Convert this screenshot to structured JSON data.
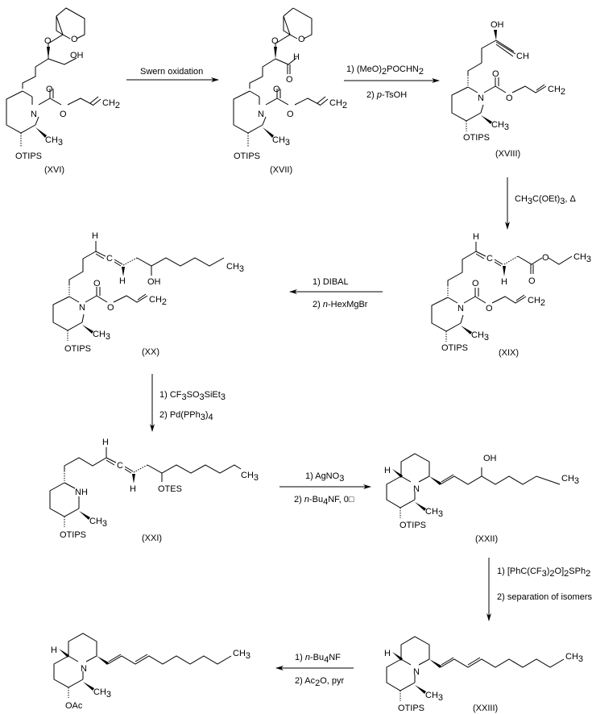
{
  "title": "Synthesis scheme XVI to final acetate",
  "compounds": [
    {
      "id": "XVI",
      "label": "(XVI)",
      "groups": [
        "OH",
        "O",
        "O",
        "N",
        "O",
        "O",
        "CH2",
        "CH3",
        "OTIPS"
      ]
    },
    {
      "id": "XVII",
      "label": "(XVII)",
      "groups": [
        "H",
        "O",
        "O",
        "O",
        "N",
        "O",
        "O",
        "CH2",
        "CH3",
        "OTIPS"
      ]
    },
    {
      "id": "XVIII",
      "label": "(XVIII)",
      "groups": [
        "OH",
        "CH",
        "O",
        "N",
        "O",
        "CH2",
        "CH3",
        "OTIPS"
      ]
    },
    {
      "id": "XIX",
      "label": "(XIX)",
      "groups": [
        "H",
        "C",
        "H",
        "O",
        "CH3",
        "O",
        "O",
        "N",
        "O",
        "CH2",
        "CH3",
        "OTIPS"
      ]
    },
    {
      "id": "XX",
      "label": "(XX)",
      "groups": [
        "H",
        "C",
        "H",
        "OH",
        "CH3",
        "O",
        "N",
        "O",
        "CH2",
        "CH3",
        "OTIPS"
      ]
    },
    {
      "id": "XXI",
      "label": "(XXI)",
      "groups": [
        "H",
        "C",
        "H",
        "OTES",
        "CH3",
        "NH",
        "CH3",
        "OTIPS"
      ]
    },
    {
      "id": "XXII",
      "label": "(XXII)",
      "groups": [
        "H",
        "N",
        "OH",
        "CH3",
        "CH3",
        "OTIPS"
      ]
    },
    {
      "id": "XXIII",
      "label": "(XXIII)",
      "groups": [
        "H",
        "N",
        "CH3",
        "CH3",
        "OTIPS"
      ]
    },
    {
      "id": "final",
      "label": "",
      "groups": [
        "H",
        "N",
        "CH3",
        "CH3",
        "OAc"
      ]
    }
  ],
  "steps": [
    {
      "from": "XVI",
      "to": "XVII",
      "direction": "right",
      "conditions": [
        "Swern oxidation"
      ]
    },
    {
      "from": "XVII",
      "to": "XVIII",
      "direction": "right",
      "conditions": [
        "1) (MeO)2POCHN2",
        "2) p-TsOH"
      ]
    },
    {
      "from": "XVIII",
      "to": "XIX",
      "direction": "down",
      "conditions": [
        "CH3C(OEt)3, Δ"
      ]
    },
    {
      "from": "XIX",
      "to": "XX",
      "direction": "left",
      "conditions": [
        "1) DIBAL",
        "2) n-HexMgBr"
      ]
    },
    {
      "from": "XX",
      "to": "XXI",
      "direction": "down",
      "conditions": [
        "1) CF3SO3SiEt3",
        "2) Pd(PPh3)4"
      ]
    },
    {
      "from": "XXI",
      "to": "XXII",
      "direction": "right",
      "conditions": [
        "1) AgNO3",
        "2) n-Bu4NF, 0□"
      ]
    },
    {
      "from": "XXII",
      "to": "XXIII",
      "direction": "down",
      "conditions": [
        "1) [PhC(CF3)2O]2SPh2",
        "2) separation of isomers"
      ]
    },
    {
      "from": "XXIII",
      "to": "final",
      "direction": "left",
      "conditions": [
        "1) n-Bu4NF",
        "2) Ac2O, pyr"
      ]
    }
  ],
  "text": {
    "swern": "Swern oxidation",
    "s2a": "1) (MeO)",
    "s2a_sub": "2",
    "s2a_rest": "POCHN",
    "s2a_sub2": "2",
    "s2b_pre": "2) ",
    "s2b_it": "p",
    "s2b_rest": "-TsOH",
    "s3_pre": "CH",
    "s3_sub": "3",
    "s3_mid": "C(OEt)",
    "s3_sub2": "3",
    "s3_end": ", Δ",
    "s4a": "1) DIBAL",
    "s4b_pre": "2) ",
    "s4b_it": "n",
    "s4b_rest": "-HexMgBr",
    "s5a_pre": "1) CF",
    "s5a_sub": "3",
    "s5a_mid": "SO",
    "s5a_sub2": "3",
    "s5a_end": "SiEt",
    "s5a_sub3": "3",
    "s5b_pre": "2) Pd(PPh",
    "s5b_sub": "3",
    "s5b_mid": ")",
    "s5b_sub2": "4",
    "s6a_pre": "1) AgNO",
    "s6a_sub": "3",
    "s6b_pre": "2) ",
    "s6b_it": "n",
    "s6b_mid": "-Bu",
    "s6b_sub": "4",
    "s6b_end": "NF, 0□",
    "s7a_pre": "1) [PhC(CF",
    "s7a_sub": "3",
    "s7a_mid": ")",
    "s7a_sub2": "2",
    "s7a_mid2": "O]",
    "s7a_sub3": "2",
    "s7a_end": "SPh",
    "s7a_sub4": "2",
    "s7b": "2) separation of isomers",
    "s8a_pre": "1) ",
    "s8a_it": "n",
    "s8a_mid": "-Bu",
    "s8a_sub": "4",
    "s8a_end": "NF",
    "s8b_pre": "2) Ac",
    "s8b_sub": "2",
    "s8b_end": "O, pyr",
    "OH": "OH",
    "O": "O",
    "N": "N",
    "NH": "NH",
    "H": "H",
    "C": "C",
    "CH": "CH",
    "CH2": "CH",
    "CH3": "CH",
    "sub2": "2",
    "sub3": "3",
    "OTIPS": "OTIPS",
    "OTES": "OTES",
    "OAc": "OAc"
  }
}
